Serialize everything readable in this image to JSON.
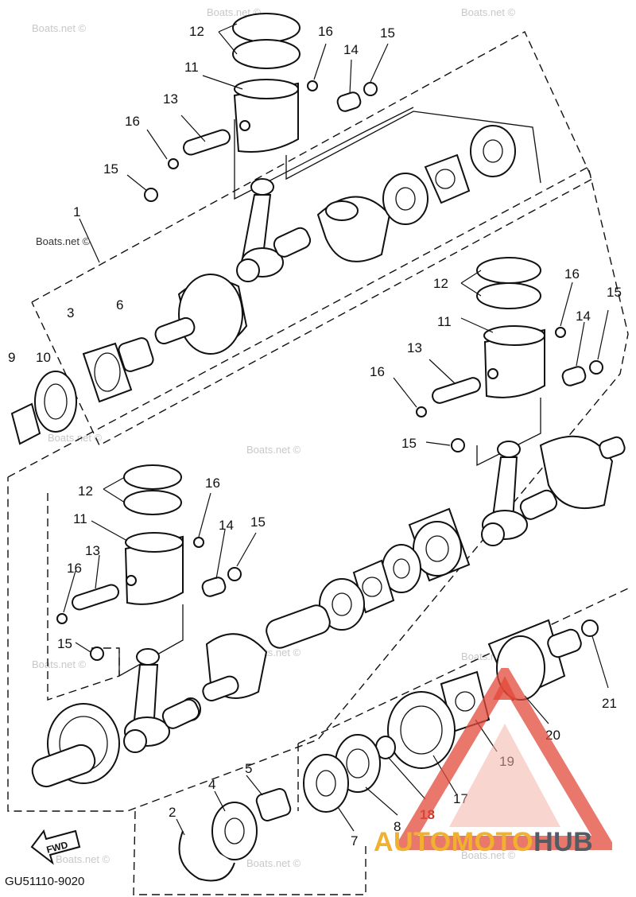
{
  "watermark": "Boats.net ©",
  "diagram_code": "GU51110-9020",
  "fwd_label": "FWD",
  "brand": {
    "part1": "AUTOMOTO",
    "part2": "HUB"
  },
  "callouts": {
    "c1": "1",
    "c2": "2",
    "c3": "3",
    "c4": "4",
    "c5": "5",
    "c6": "6",
    "c7": "7",
    "c8": "8",
    "c9": "9",
    "c10": "10",
    "c11": "11",
    "c12": "12",
    "c13": "13",
    "c14": "14",
    "c15": "15",
    "c16": "16",
    "c17": "17",
    "c18": "18",
    "c19": "19",
    "c20": "20",
    "c21": "21"
  },
  "colors": {
    "line": "#111111",
    "logo_red": "#e24a3b",
    "logo_pink": "#f4b2aa",
    "brand_orange": "#f0b030",
    "brand_gray": "#555b63"
  }
}
